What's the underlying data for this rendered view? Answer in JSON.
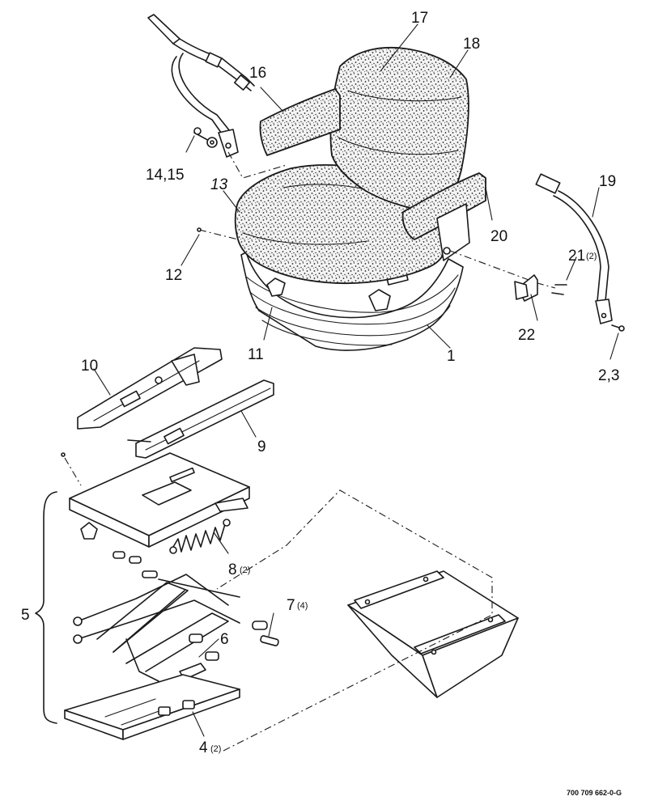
{
  "callouts": {
    "c1": "1",
    "c23": "2,3",
    "c4": "4",
    "c4_qty": "(2)",
    "c5": "5",
    "c6": "6",
    "c7": "7",
    "c7_qty": "(4)",
    "c8": "8",
    "c8_qty": "(2)",
    "c9": "9",
    "c10": "10",
    "c11": "11",
    "c12": "12",
    "c13": "13",
    "c1415": "14,15",
    "c16": "16",
    "c17": "17",
    "c18": "18",
    "c19": "19",
    "c20": "20",
    "c21": "21",
    "c21_qty": "(2)",
    "c22": "22"
  },
  "drawing_number": "700 709 662-0-G"
}
